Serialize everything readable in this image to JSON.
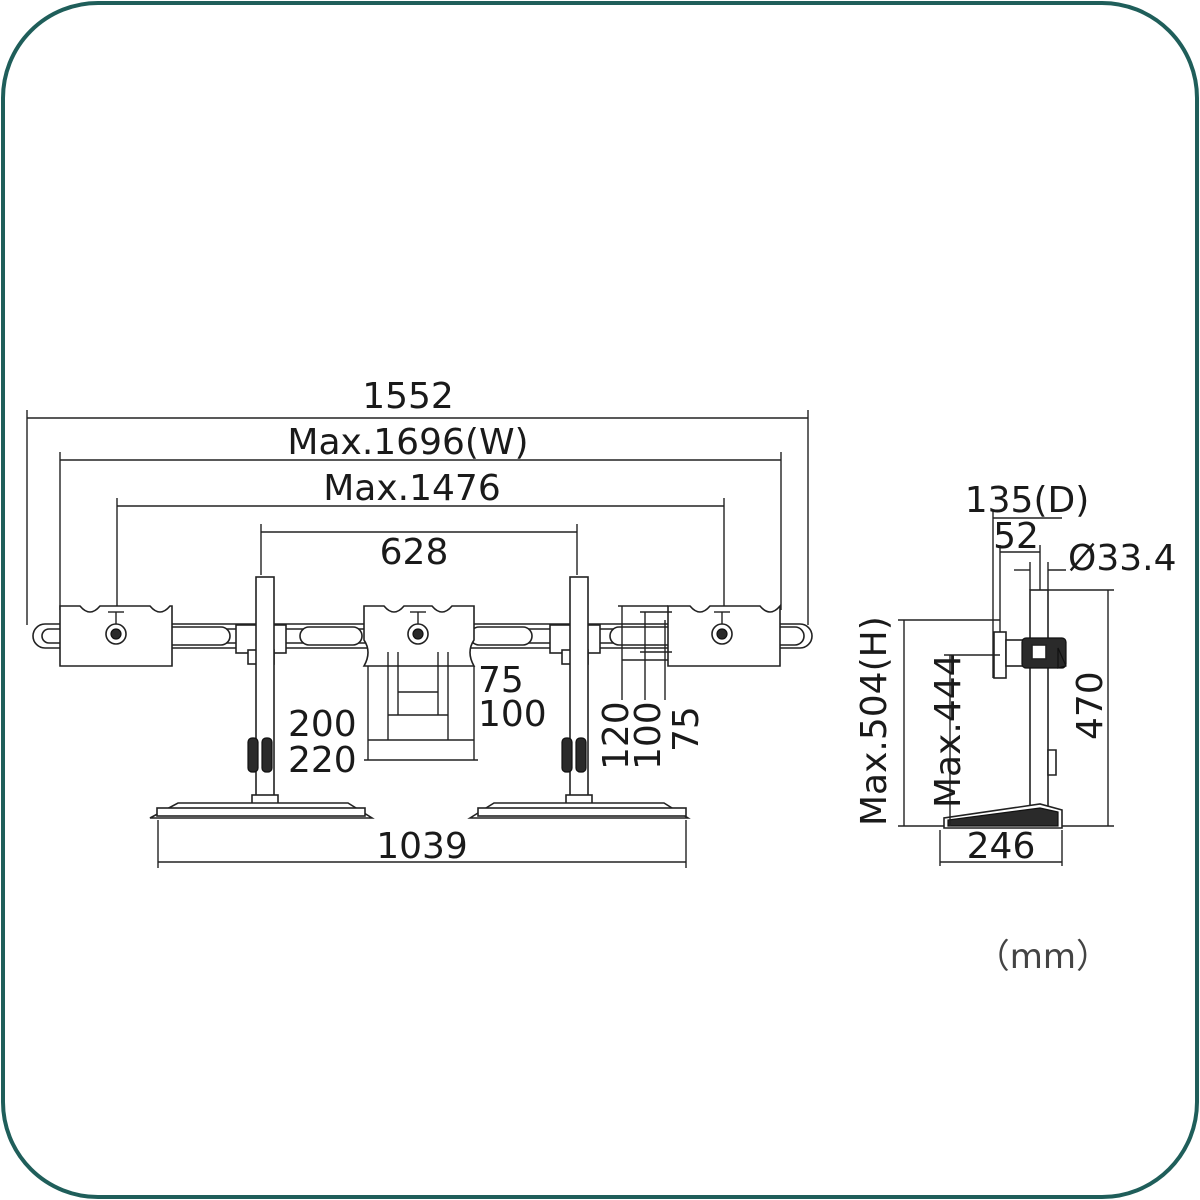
{
  "frame": {
    "border_color": "#1f5e5a"
  },
  "front_view": {
    "overall_width": "1552",
    "max_width": "Max.1696(W)",
    "max_pitch": "Max.1476",
    "pole_spacing": "628",
    "vesa_small_a": "75",
    "vesa_small_b": "100",
    "vesa_large_a": "200",
    "vesa_large_b": "220",
    "vesa_vert_a": "120",
    "vesa_vert_b": "100",
    "vesa_vert_c": "75",
    "base_width": "1039"
  },
  "side_view": {
    "depth": "135(D)",
    "offset": "52",
    "pole_diameter": "Ø33.4",
    "max_height": "Max.504(H)",
    "max_mount_height": "Max.444",
    "pole_height": "470",
    "base_depth": "246"
  },
  "unit_label": "（mm）"
}
